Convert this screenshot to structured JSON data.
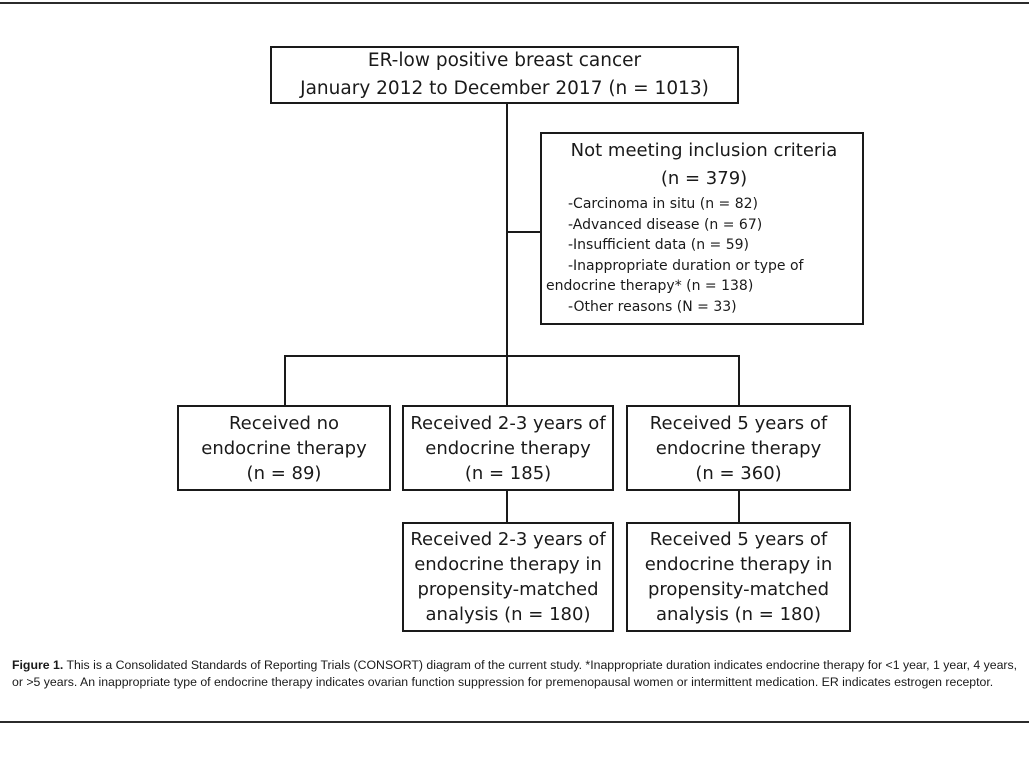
{
  "figure": {
    "top_box": {
      "lines": [
        "ER-low positive breast cancer",
        "January 2012 to December 2017 (n = 1013)"
      ]
    },
    "exclusion": {
      "heading": [
        "Not meeting inclusion criteria",
        "(n = 379)"
      ],
      "items": [
        "-Carcinoma in situ (n = 82)",
        "-Advanced disease (n = 67)",
        "-Insufficient data (n = 59)",
        "-Inappropriate duration or type of",
        "endocrine therapy* (n = 138)",
        "-Other reasons (N = 33)"
      ]
    },
    "groups": [
      {
        "lines": [
          "Received no",
          "endocrine therapy",
          "(n = 89)"
        ]
      },
      {
        "lines": [
          "Received 2-3 years of",
          "endocrine therapy",
          "(n = 185)"
        ]
      },
      {
        "lines": [
          "Received 5 years of",
          "endocrine therapy",
          "(n = 360)"
        ]
      }
    ],
    "matched": [
      {
        "lines": [
          "Received 2-3 years of",
          "endocrine therapy in",
          "propensity-matched",
          "analysis (n = 180)"
        ]
      },
      {
        "lines": [
          "Received 5 years of",
          "endocrine therapy in",
          "propensity-matched",
          "analysis (n = 180)"
        ]
      }
    ]
  },
  "caption": {
    "label": "Figure 1.",
    "text": " This is a Consolidated Standards of Reporting Trials (CONSORT) diagram of the current study. *Inappropriate duration indicates endocrine therapy for <1 year, 1 year, 4 years, or >5 years. An inappropriate type of endocrine therapy indicates ovarian function suppression for premenopausal women or intermittent medication. ER indicates estrogen receptor."
  }
}
